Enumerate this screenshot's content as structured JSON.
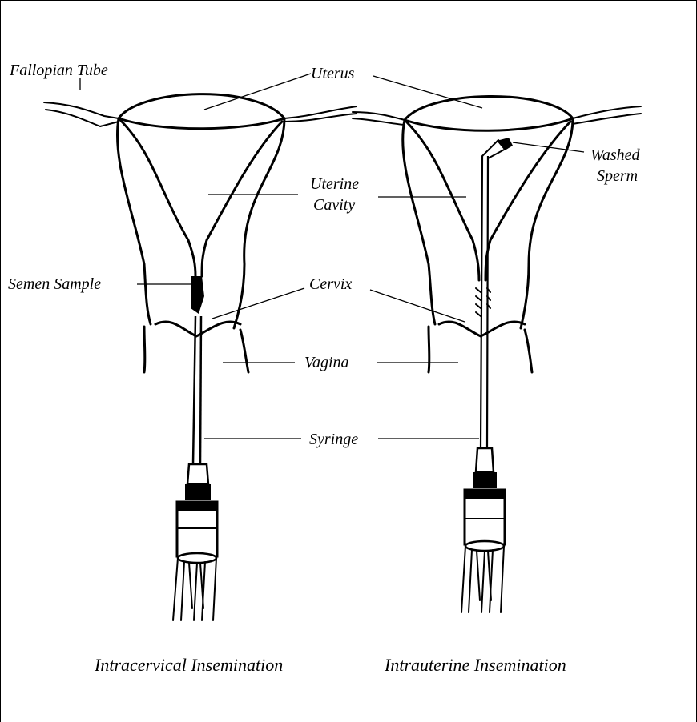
{
  "labels": {
    "fallopian_tube": "Fallopian Tube",
    "uterus": "Uterus",
    "washed_sperm_line1": "Washed",
    "washed_sperm_line2": "Sperm",
    "uterine_cavity_line1": "Uterine",
    "uterine_cavity_line2": "Cavity",
    "semen_sample": "Semen Sample",
    "cervix": "Cervix",
    "vagina": "Vagina",
    "syringe": "Syringe"
  },
  "captions": {
    "left": "Intracervical Insemination",
    "right": "Intrauterine Insemination"
  }
}
